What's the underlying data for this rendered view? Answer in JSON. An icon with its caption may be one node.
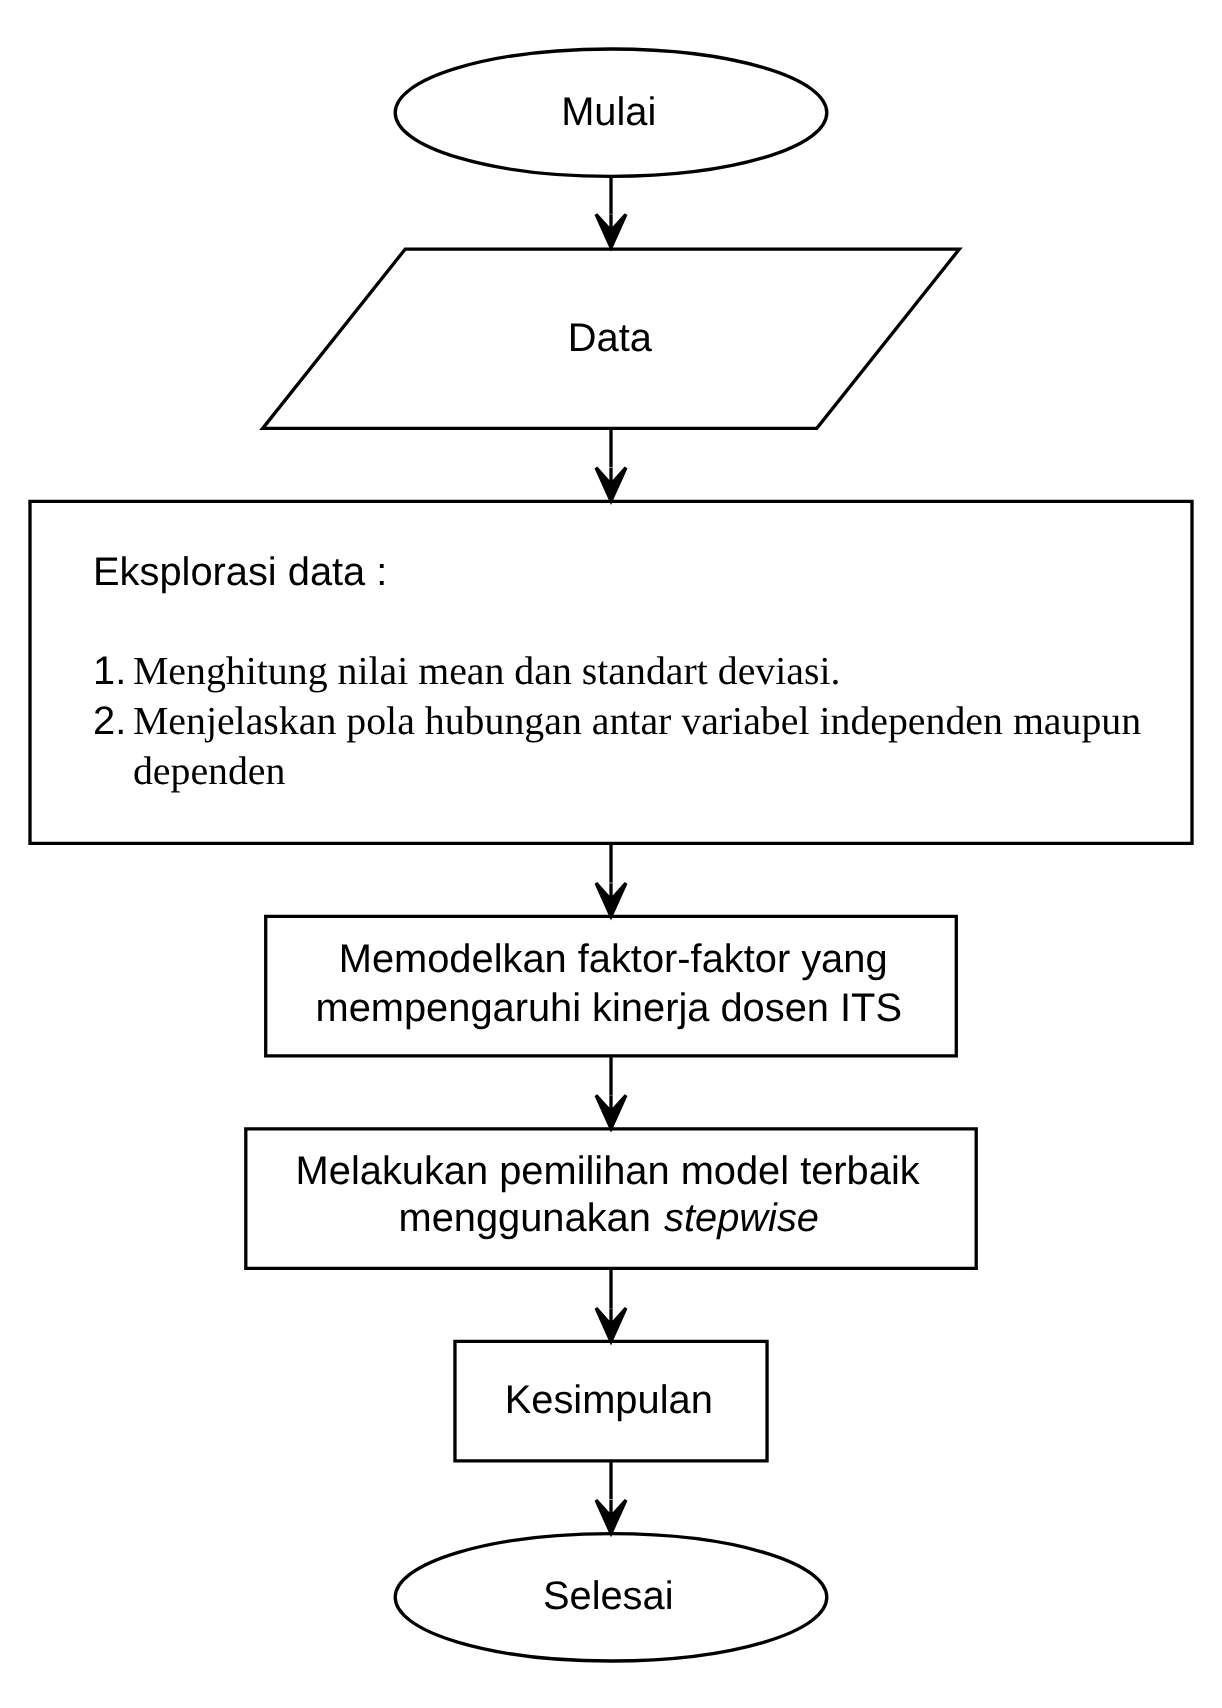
{
  "diagram": {
    "nodes": [
      {
        "text": [
          "Mulai"
        ]
      },
      {
        "text": [
          "Data"
        ]
      },
      {
        "text": [
          "Eksplorasi data :",
          "1.\tMenghitung nilai mean dan standart deviasi.",
          "2.\tMenjelaskan pola hubungan antar variabel independen maupun dependen"
        ]
      },
      {
        "text": [
          "Memodelkan faktor-faktor yang mempengaruhi kinerja dosen ITS"
        ]
      },
      {
        "text": [
          "Melakukan pemilihan model terbaik menggunakan *stepwise*"
        ]
      },
      {
        "text": [
          "Kesimpulan"
        ]
      },
      {
        "text": [
          "Selesai"
        ]
      }
    ],
    "edges": [
      {
        "from": 0,
        "to": 1,
        "arrow": "to"
      },
      {
        "from": 1,
        "to": 2,
        "arrow": "to"
      },
      {
        "from": 2,
        "to": 3,
        "arrow": "to"
      },
      {
        "from": 3,
        "to": 4,
        "arrow": "to"
      },
      {
        "from": 4,
        "to": 5,
        "arrow": "to"
      },
      {
        "from": 5,
        "to": 6,
        "arrow": "to"
      }
    ]
  }
}
